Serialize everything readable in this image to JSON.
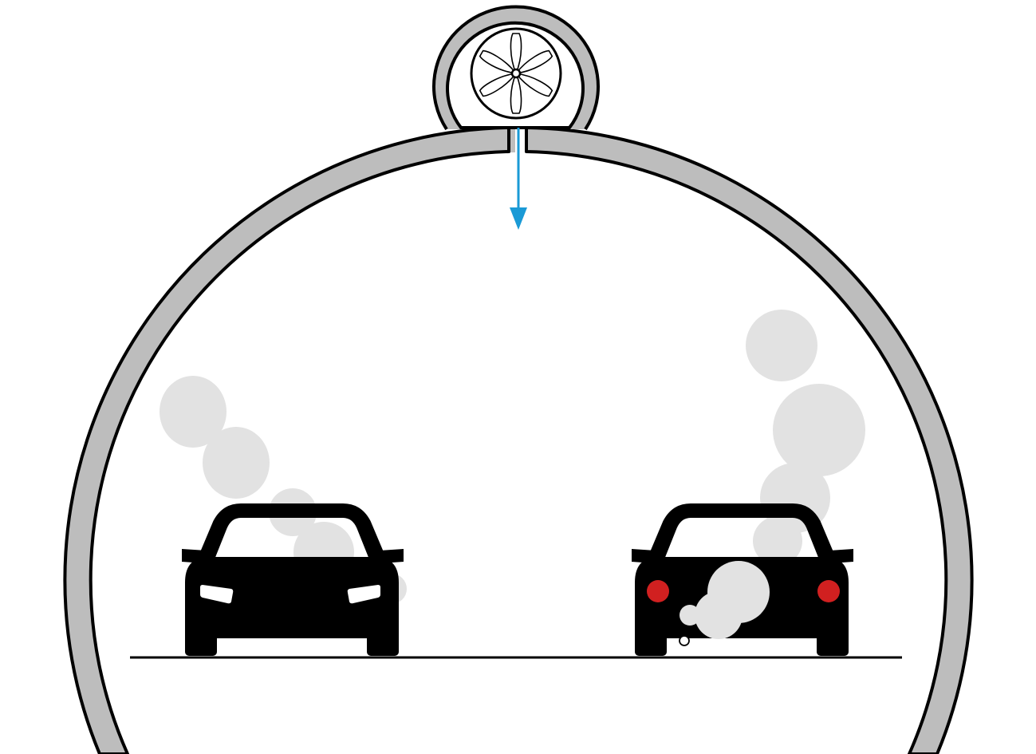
{
  "diagram": {
    "title": "",
    "labels": [],
    "elements": {
      "tunnel": {
        "shape": "arched tube",
        "wall_color": "#bdbdbd",
        "outline_color": "#000000"
      },
      "fan": {
        "name": "ventilation-fan",
        "blade_count": 6,
        "housing_color": "#bdbdbd"
      },
      "airflow": {
        "direction": "down",
        "color": "#1a9ad6"
      },
      "road": {
        "color": "#000000"
      },
      "cars": [
        {
          "id": "car-front",
          "view": "front",
          "light_color": "#ffffff"
        },
        {
          "id": "car-rear",
          "view": "rear",
          "light_color": "#d12020"
        }
      ],
      "smoke": {
        "color": "#e2e2e2"
      }
    }
  }
}
